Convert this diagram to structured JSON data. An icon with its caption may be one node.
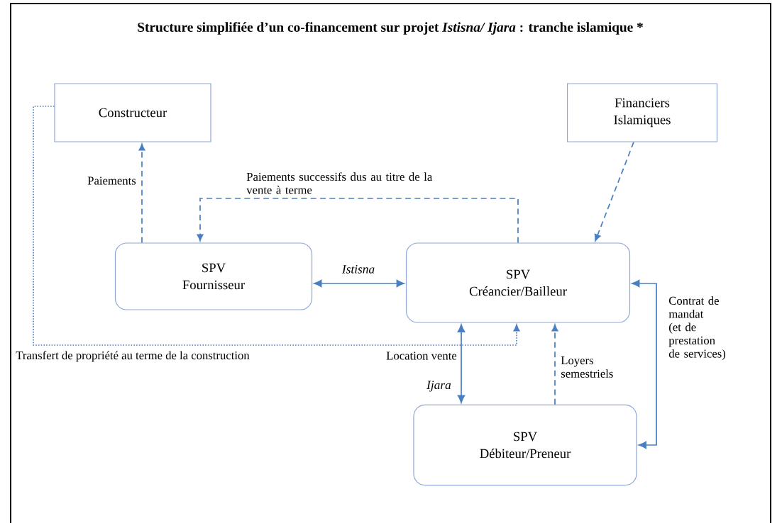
{
  "diagram": {
    "title": "Structure simplifiée d’un co-financement sur projet *Istisna/ Ijara* : tranche islamique *",
    "nodes": [
      {
        "text": [
          "Constructeur"
        ]
      },
      {
        "text": [
          "Financiers Islamiques"
        ]
      },
      {
        "text": [
          "SPV Fournisseur"
        ]
      },
      {
        "text": [
          "SPV Créancier/Bailleur"
        ]
      },
      {
        "text": [
          "SPV Débiteur/Preneur"
        ]
      }
    ],
    "edges": [
      {
        "from": 2,
        "to": 0,
        "arrow": "to",
        "label": "Paiements",
        "style": "dashed"
      },
      {
        "from": 3,
        "to": 2,
        "arrow": "to",
        "label": "Paiements successifs dus au titre de la vente à terme",
        "style": "dashed"
      },
      {
        "from": 1,
        "to": 3,
        "arrow": "to",
        "style": "dashed"
      },
      {
        "from": 2,
        "to": 3,
        "arrow": "both",
        "label": "Istisna"
      },
      {
        "from": 0,
        "to": 3,
        "arrow": "to",
        "label": "Transfert de propriété au terme de la construction",
        "style": "dashed"
      },
      {
        "from": 3,
        "to": 4,
        "arrow": "both",
        "label": "Location vente"
      },
      {
        "from": 4,
        "to": 3,
        "arrow": "to",
        "label": "Loyers semestriels",
        "style": "dashed"
      },
      {
        "from": 3,
        "to": 4,
        "arrow": "both",
        "label": "Contrat de mandat (et de prestation de services)"
      }
    ],
    "labels": [
      "Ijara"
    ]
  }
}
